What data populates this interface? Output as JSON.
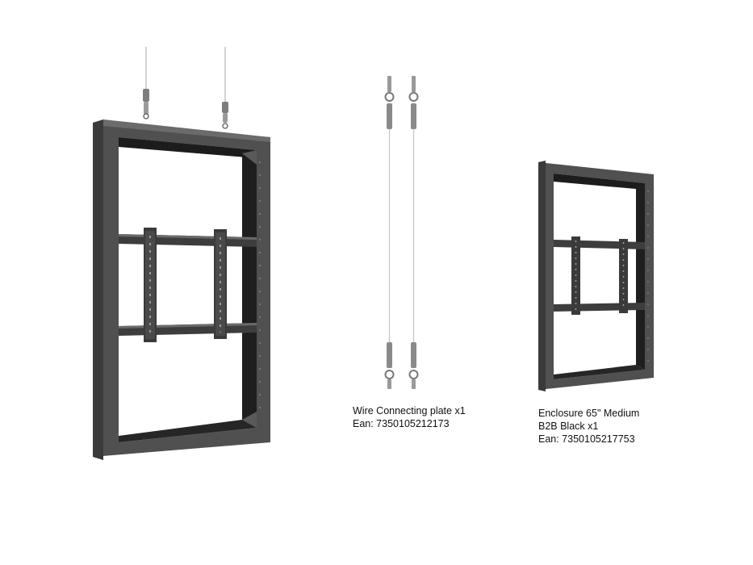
{
  "products": {
    "wire": {
      "title": "Wire Connecting plate x1",
      "ean": "Ean: 7350105212173"
    },
    "enclosure": {
      "title_line1": "Enclosure 65\" Medium",
      "title_line2": "B2B Black x1",
      "ean": "Ean: 7350105217753"
    }
  },
  "colors": {
    "frame": "#4a4a4a",
    "frame_dark": "#1e1e1e",
    "frame_light": "#6a6a6a",
    "wire": "#b9b9b9",
    "metal": "#8c8c8c"
  }
}
